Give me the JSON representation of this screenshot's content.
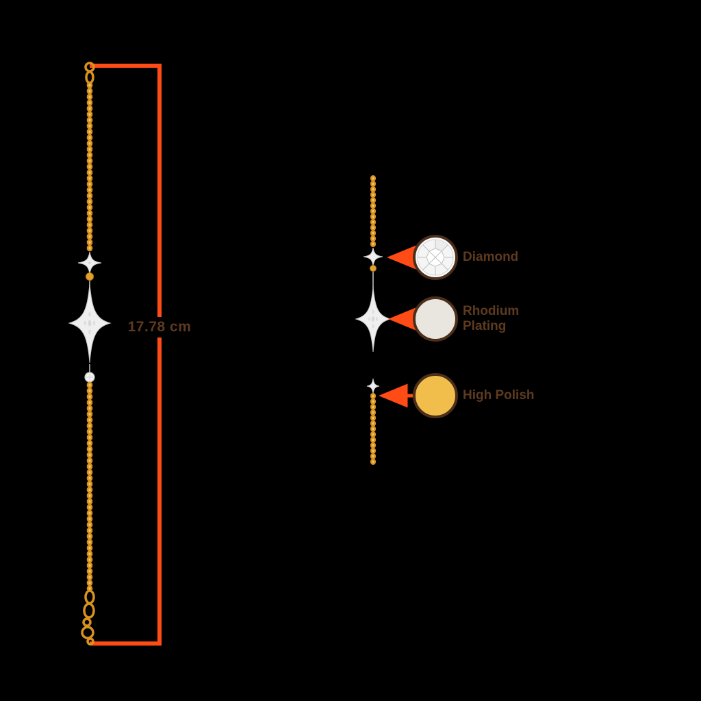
{
  "measurement": {
    "value": "17.78 cm"
  },
  "callouts": [
    {
      "label": "Diamond",
      "swatch": "diamond-illustration"
    },
    {
      "label": "Rhodium Plating",
      "swatch_color": "#E9E5DF"
    },
    {
      "label": "High Polish",
      "swatch_color": "#F1BE4B"
    }
  ],
  "colors": {
    "accent_orange": "#FF4B16",
    "label_brown": "#5E3A20",
    "chain_gold": "#D8921F",
    "chain_gold_highlight": "#F6C568",
    "star_silver": "#EFEFEF",
    "swatch_border_brown": "#4C2E1B",
    "background": "#000000"
  }
}
